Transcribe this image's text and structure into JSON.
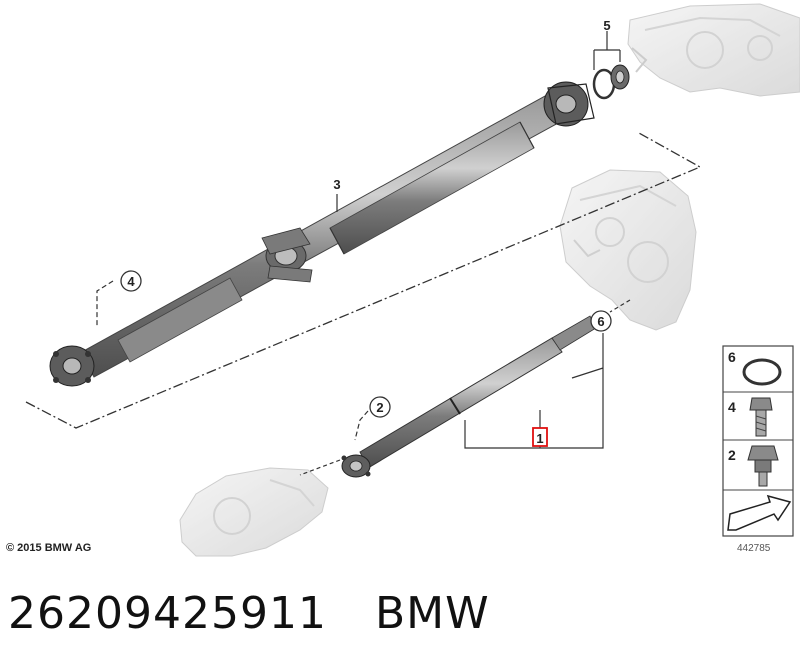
{
  "callouts": [
    {
      "id": "c1",
      "label": "1",
      "highlighted": true
    },
    {
      "id": "c2",
      "label": "2"
    },
    {
      "id": "c3",
      "label": "3"
    },
    {
      "id": "c4",
      "label": "4"
    },
    {
      "id": "c5",
      "label": "5"
    },
    {
      "id": "c6",
      "label": "6"
    }
  ],
  "legend": [
    "6",
    "4",
    "2"
  ],
  "copyright": "© 2015 BMW AG",
  "diagram_id": "442785",
  "footer": {
    "part_number": "26209425911",
    "brand": "BMW"
  },
  "colors": {
    "highlight": "#e01010",
    "shaft": "#7a7a7a",
    "ghost": "#d6d6d6"
  }
}
